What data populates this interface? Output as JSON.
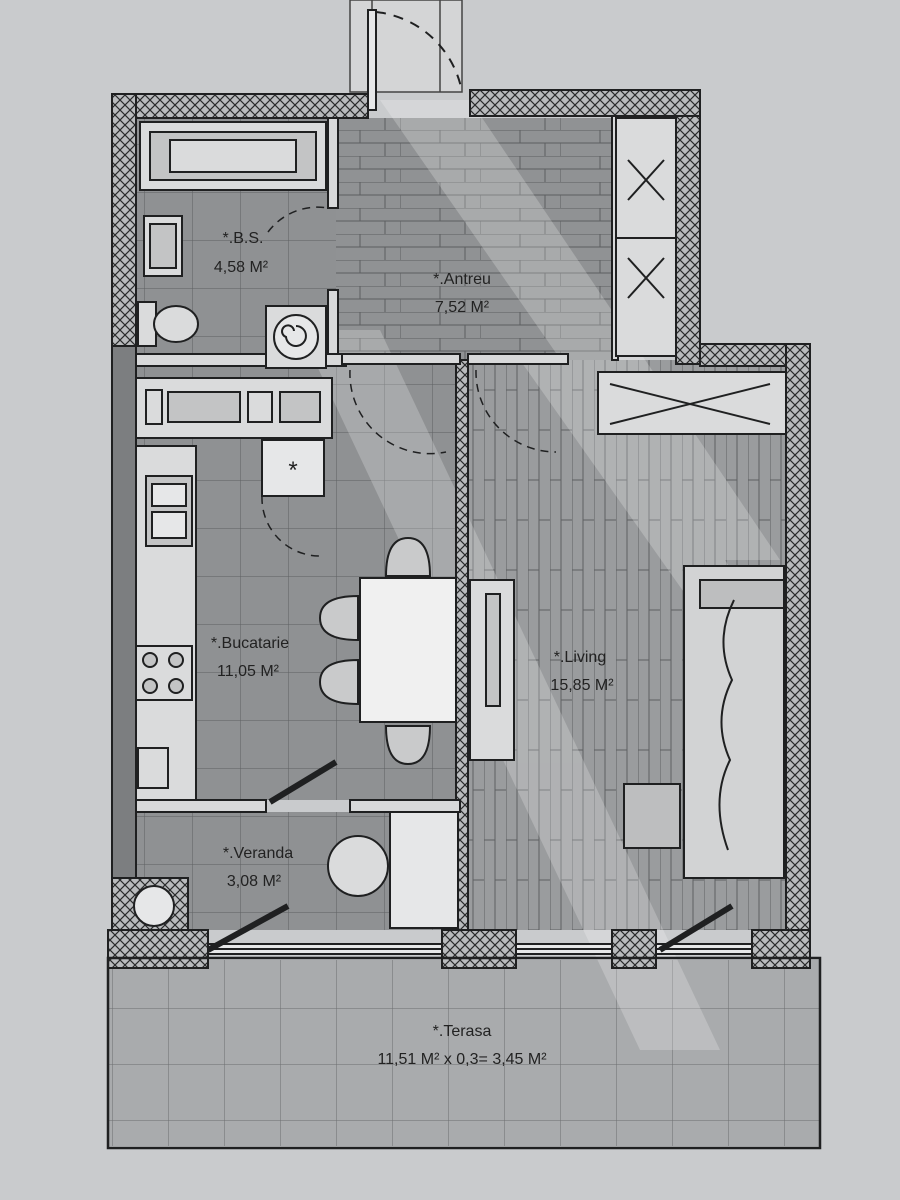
{
  "plan": {
    "colors": {
      "paper": "#c9cbcd",
      "floor_dark": "#8f9193",
      "floor_mid": "#a7a9ab",
      "wall_fill": "#5a5c5e",
      "line": "#1f2021",
      "light": "#e6e7e8"
    },
    "rooms": [
      {
        "id": "bs",
        "name": "*.B.S.",
        "area": "4,58 M²"
      },
      {
        "id": "antreu",
        "name": "*.Antreu",
        "area": "7,52 M²"
      },
      {
        "id": "bucatarie",
        "name": "*.Bucatarie",
        "area": "11,05 M²"
      },
      {
        "id": "living",
        "name": "*.Living",
        "area": "15,85 M²"
      },
      {
        "id": "veranda",
        "name": "*.Veranda",
        "area": "3,08 M²"
      },
      {
        "id": "terasa",
        "name": "*.Terasa",
        "area": "11,51 M² x 0,3= 3,45 M²"
      }
    ],
    "fixture_symbols": {
      "ventilation": "*"
    }
  }
}
